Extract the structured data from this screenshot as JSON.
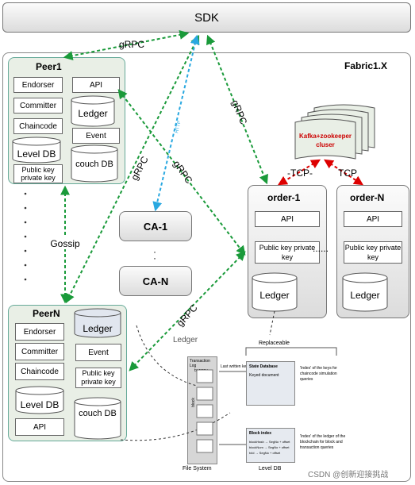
{
  "sdk": {
    "label": "SDK"
  },
  "fabric": {
    "label": "Fabric1.X"
  },
  "peer1": {
    "title": "Peer1",
    "endorser": "Endorser",
    "api": "API",
    "committer": "Committer",
    "ledger": "Ledger",
    "chaincode": "Chaincode",
    "event": "Event",
    "level_db": "Level DB",
    "couch_db": "couch DB",
    "key": "Public key private key"
  },
  "peern": {
    "title": "PeerN",
    "endorser": "Endorser",
    "ledger": "Ledger",
    "committer": "Committer",
    "event": "Event",
    "chaincode": "Chaincode",
    "key": "Public key private key",
    "level_db": "Level DB",
    "api": "API",
    "couch_db": "couch DB"
  },
  "ca": {
    "first": "CA-1",
    "last": "CA-N",
    "ellipsis": "·"
  },
  "gossip": {
    "label": "Gossip"
  },
  "kafka": {
    "label": "Kafka+zookeeper cluser"
  },
  "order1": {
    "title": "order-1",
    "api": "API",
    "key": "Public key private key",
    "ledger": "Ledger"
  },
  "ordern": {
    "title": "order-N",
    "api": "API",
    "key": "Public key private key",
    "ledger": "Ledger"
  },
  "order_dots": {
    "label": "......"
  },
  "connections": {
    "grpc": "gRPC",
    "http": "HTTP",
    "tcp": "TCP",
    "tcp_left": "-TCP-"
  },
  "ledger_detail": {
    "title": "Ledger",
    "replaceable": "Replaceable",
    "tx_log": "Transaction Log",
    "tx_array": "tx array",
    "block": "block",
    "last_written": "Last written key/value",
    "state_db": "State Database",
    "keyed_doc": "Keyed document",
    "index_keys": "'Index' of the keys for chaincode simulation queries",
    "block_index": "Block index",
    "block_index_rows": [
      "blockHash → SegNo + offset",
      "blockNum → SegNo + offset",
      "txId → SegNo + offset"
    ],
    "index_ledger": "'Index' of the ledger of the blockchain for block and transaction queries",
    "file_system": "File System",
    "level_db": "Level DB"
  },
  "watermark": "CSDN @创新迎接挑战"
}
